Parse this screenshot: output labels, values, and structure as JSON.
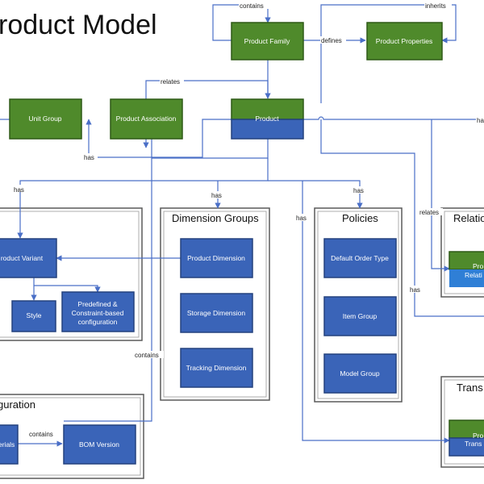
{
  "title": "roduct Model",
  "nodes": {
    "product_family": "Product Family",
    "product_properties": "Product Properties",
    "unit_group": "Unit Group",
    "product_association": "Product Association",
    "product": "Product",
    "product_variant": "roduct Variant",
    "style": "Style",
    "predefined_1": "Predefined &",
    "predefined_2": "Constraint-based",
    "predefined_3": "configuration",
    "product_dimension": "Product Dimension",
    "storage_dimension": "Storage Dimension",
    "tracking_dimension": "Tracking Dimension",
    "default_order_type": "Default Order Type",
    "item_group": "Item Group",
    "model_group": "Model Group",
    "materials": "erials",
    "bom_version": "BOM Version",
    "relations_pro": "Pro",
    "relations_relati": "Relati",
    "trans_pro": "Pro",
    "trans_trans": "Trans"
  },
  "groups": {
    "dimension_groups": "Dimension Groups",
    "policies": "Policies",
    "relations": "Relatio",
    "configuration": "guration",
    "transactions": "Trans"
  },
  "edges": {
    "contains_top": "contains",
    "inherits": "inherits",
    "defines": "defines",
    "relates": "relates",
    "has_unit": "has",
    "has_variant": "has",
    "has_dimension": "has",
    "has_policies": "has",
    "has_trans": "has",
    "has_relations_right": "has",
    "relates_right": "relates",
    "has_lower": "has",
    "contains_bom": "contains",
    "contains_config": "contains"
  },
  "colors": {
    "green": "#4f8a2b",
    "blue": "#3a64b8",
    "connector": "#4a6fc7"
  }
}
